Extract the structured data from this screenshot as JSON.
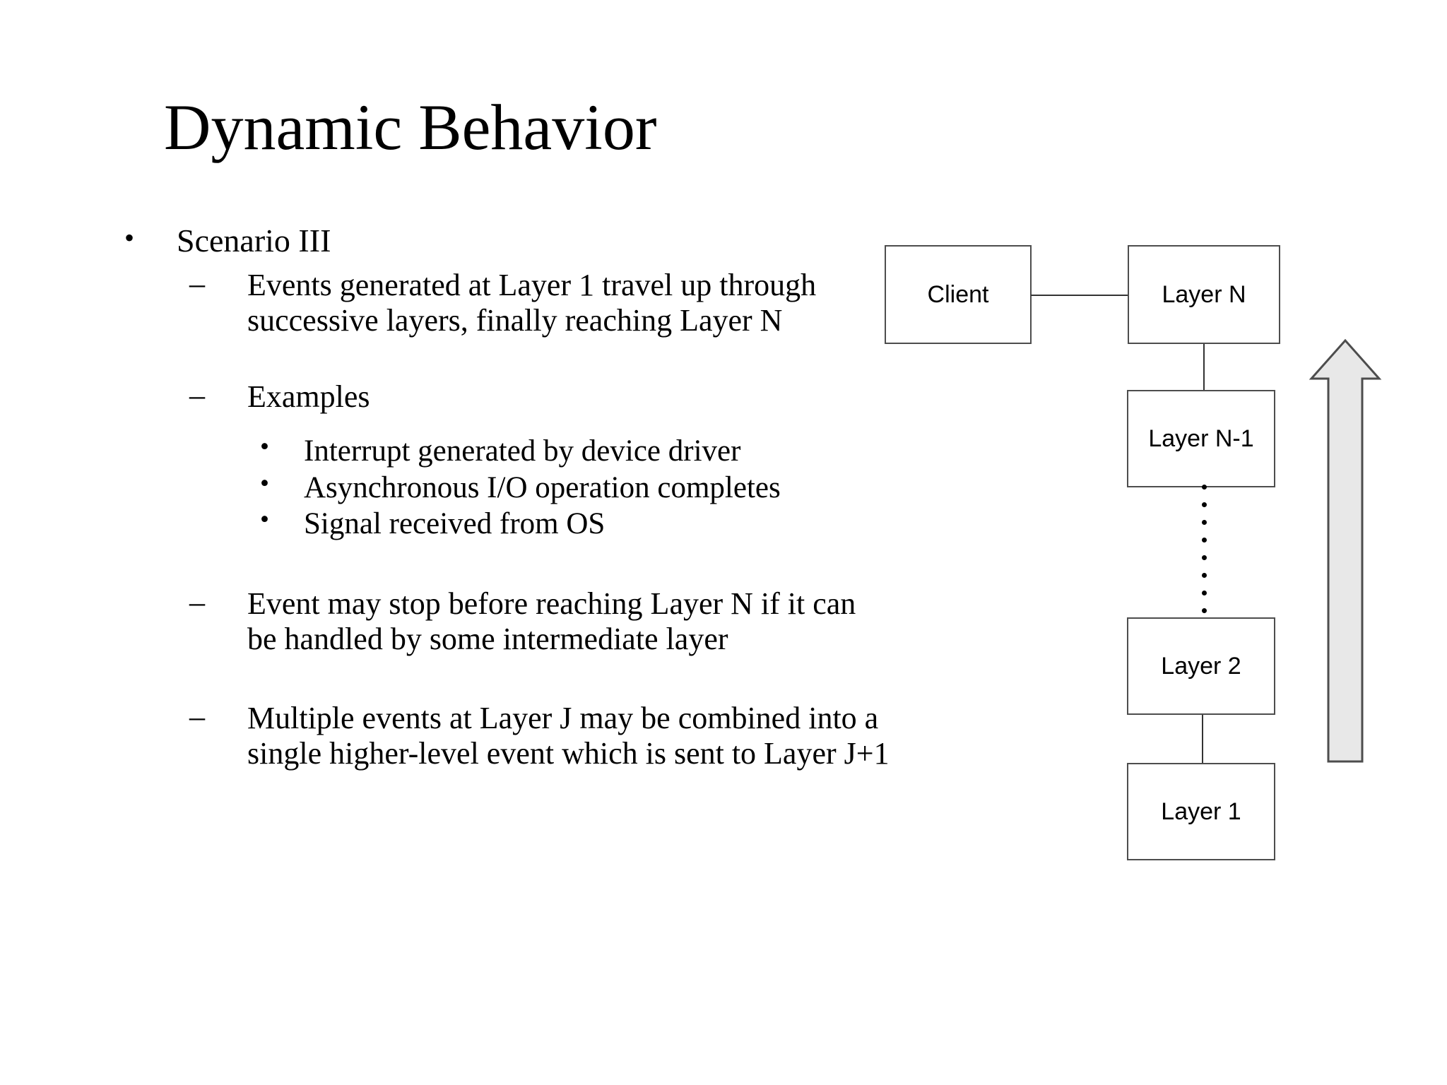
{
  "slide": {
    "title": "Dynamic Behavior",
    "background": "#ffffff",
    "text_color": "#000000"
  },
  "content": {
    "level1_bullet_marker": "•",
    "level2_bullet_marker": "–",
    "level3_bullet_marker": "•",
    "scenario_heading": "Scenario III",
    "point_1": "Events generated at Layer 1 travel up through successive layers, finally reaching Layer N",
    "examples_heading": "Examples",
    "examples": [
      "Interrupt generated by device driver",
      "Asynchronous I/O operation completes",
      "Signal received from OS"
    ],
    "point_2": "Event may stop before reaching Layer N if it can be handled by some intermediate layer",
    "point_3": "Multiple events at Layer J may be combined into a single higher-level event which is sent to Layer J+1"
  },
  "diagram": {
    "boxes": [
      {
        "id": "client",
        "label": "Client"
      },
      {
        "id": "layer-n",
        "label": "Layer N"
      },
      {
        "id": "layer-n-1",
        "label": "Layer N-1"
      },
      {
        "id": "layer-2",
        "label": "Layer 2"
      },
      {
        "id": "layer-1",
        "label": "Layer 1"
      }
    ],
    "arrow": {
      "name": "upward-flow-arrow",
      "direction": "up",
      "fill": "#e8e8e8",
      "stroke": "#4d4d4d"
    },
    "ellipsis_dots": 8,
    "box_stroke": "#4d4d4d",
    "connector_stroke": "#333333",
    "label_font_color": "#000000"
  }
}
